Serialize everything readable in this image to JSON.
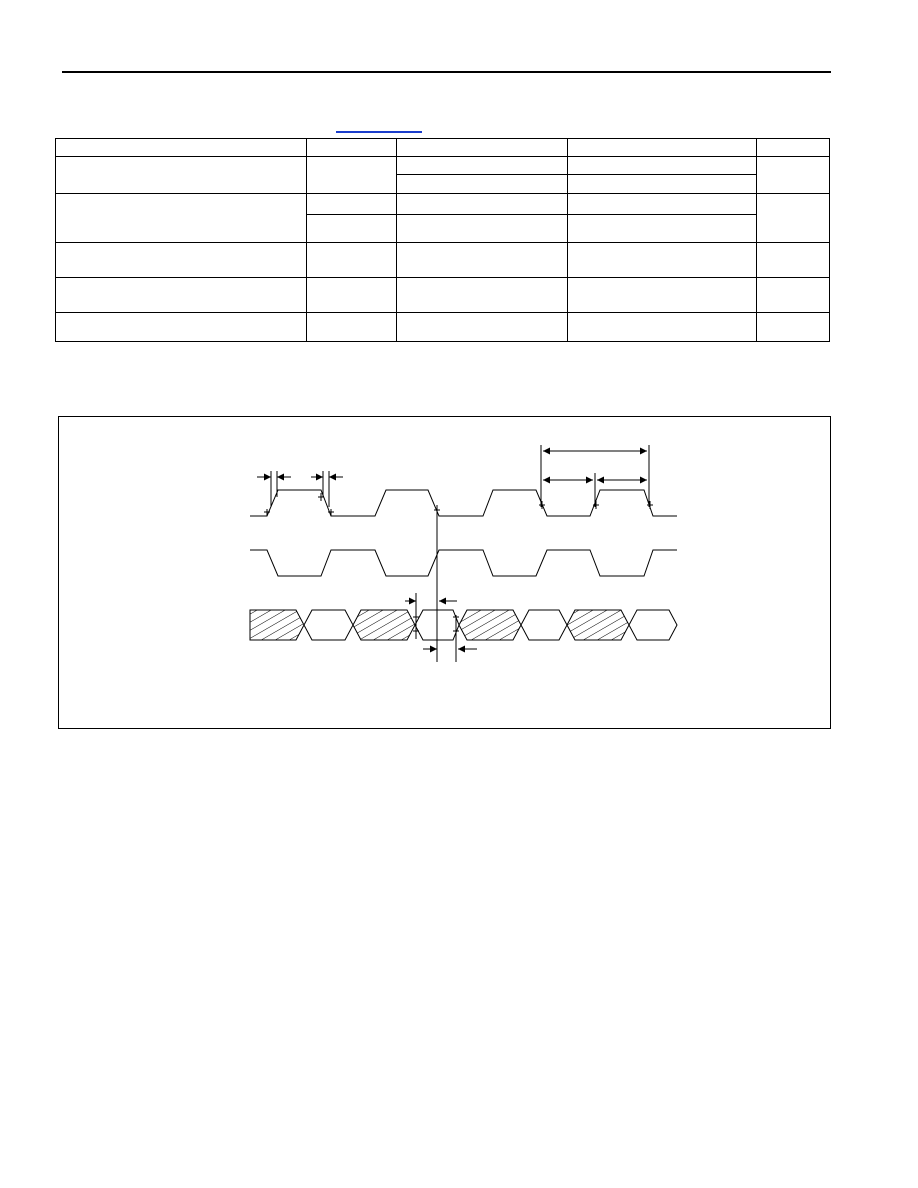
{
  "header": {
    "rule": true
  },
  "reference_link": {
    "text": ""
  },
  "spec_table": {
    "rows": [
      [
        "",
        "",
        "",
        "",
        ""
      ],
      [
        "",
        "",
        "",
        "",
        ""
      ],
      [
        "",
        "",
        "",
        "",
        ""
      ],
      [
        "",
        "",
        "",
        "",
        ""
      ],
      [
        "",
        "",
        "",
        "",
        ""
      ],
      [
        "",
        "",
        "",
        "",
        ""
      ],
      [
        "",
        "",
        "",
        "",
        ""
      ],
      [
        "",
        "",
        "",
        "",
        ""
      ],
      [
        "",
        "",
        "",
        "",
        ""
      ]
    ]
  },
  "timing_diagram": {
    "signals": [
      "clock",
      "clock-inverted",
      "data-bus"
    ],
    "clock_cycles": 4,
    "data_pattern": [
      "invalid",
      "valid",
      "invalid",
      "valid",
      "invalid",
      "valid",
      "invalid",
      "valid"
    ],
    "line_color": "#000000"
  }
}
